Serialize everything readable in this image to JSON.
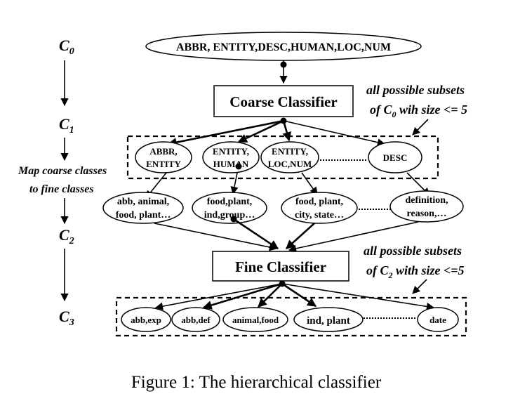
{
  "levels": {
    "c0": {
      "base": "C",
      "sub": "0"
    },
    "c1": {
      "base": "C",
      "sub": "1"
    },
    "c2": {
      "base": "C",
      "sub": "2"
    },
    "c3": {
      "base": "C",
      "sub": "3"
    }
  },
  "map_note": {
    "line1": "Map coarse classes",
    "line2": "to fine classes"
  },
  "top_node": "ABBR, ENTITY,DESC,HUMAN,LOC,NUM",
  "coarse_classifier": "Coarse Classifier",
  "fine_classifier": "Fine Classifier",
  "coarse_note": {
    "line1": "all possible subsets",
    "line2_pre": "of C",
    "line2_sub": "0",
    "line2_post": " wih size <= 5"
  },
  "fine_note": {
    "line1": "all possible subsets",
    "line2_pre": "of C",
    "line2_sub": "2",
    "line2_post": " with size <=5"
  },
  "c1_nodes": [
    {
      "line1": "ABBR,",
      "line2": "ENTITY"
    },
    {
      "line1": "ENTITY,",
      "line2": "HUMAN"
    },
    {
      "line1": "ENTITY,",
      "line2": "LOC,NUM"
    },
    {
      "line1": "DESC",
      "line2": ""
    }
  ],
  "c2_nodes": [
    {
      "line1": "abb, animal,",
      "line2": "food, plant…"
    },
    {
      "line1": "food,plant,",
      "line2": "ind,group…"
    },
    {
      "line1": "food, plant,",
      "line2": "city, state…"
    },
    {
      "line1": "definition,",
      "line2": "reason,…"
    }
  ],
  "c3_nodes": [
    "abb,exp",
    "abb,def",
    "animal,food",
    "ind, plant",
    "date"
  ],
  "caption": "Figure 1: The hierarchical classifier"
}
